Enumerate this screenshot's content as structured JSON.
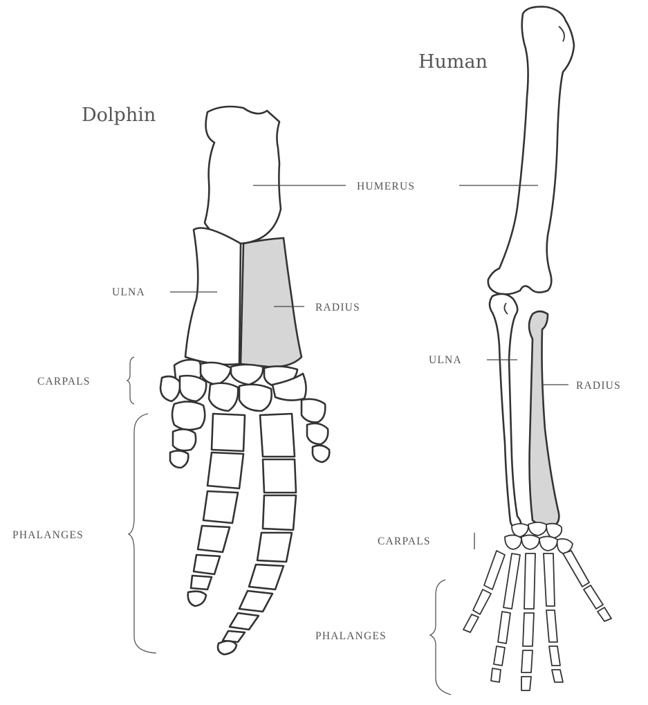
{
  "figure": {
    "dolphin": {
      "title": "Dolphin",
      "labels": {
        "ulna": "ULNA",
        "radius": "RADIUS",
        "carpals": "CARPALS",
        "phalanges": "PHALANGES"
      }
    },
    "human": {
      "title": "Human",
      "labels": {
        "ulna": "ULNA",
        "radius": "RADIUS",
        "carpals": "CARPALS",
        "phalanges": "PHALANGES"
      }
    },
    "shared_label": "HUMERUS",
    "colors": {
      "outline": "#333333",
      "radius_shading": "#d6d6d6",
      "label_text": "#555555"
    }
  }
}
